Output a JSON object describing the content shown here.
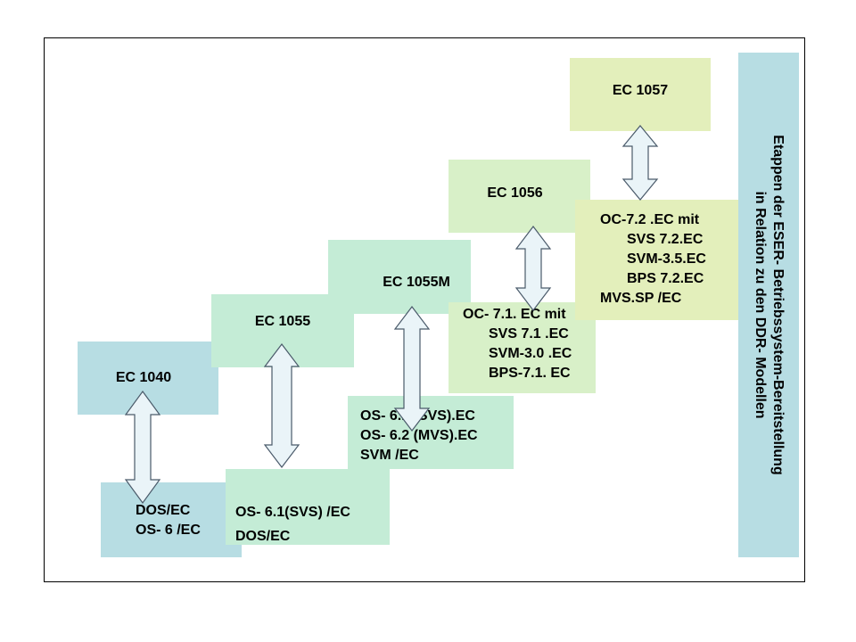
{
  "title": {
    "line1": "Etappen der ESER- Betriebssystem-Bereitstellung",
    "line2": "in Relation zu den DDR- Modellen"
  },
  "colors": {
    "teal": "#b7dde3",
    "mint": "#c4ecd6",
    "mint_light": "#d4f2e3",
    "green": "#d8f0c8",
    "lime": "#e3efbb",
    "arrow_fill": "#eaf4f8",
    "arrow_stroke": "#4a5a6a"
  },
  "stages": [
    {
      "model": "EC 1040",
      "os": [
        "DOS/EC",
        "OS- 6 /EC"
      ]
    },
    {
      "model": "EC 1055",
      "os": [
        "OS- 6.1(SVS) /EC",
        "DOS/EC"
      ]
    },
    {
      "model": "EC 1055M",
      "os": [
        "OS- 6.1 (SVS).EC",
        "OS- 6.2 (MVS).EC",
        "SVM /EC"
      ]
    },
    {
      "model": "EC 1056",
      "os": [
        "OC- 7.1. EC mit",
        "SVS 7.1 .EC",
        "SVM-3.0 .EC",
        "BPS-7.1. EC"
      ]
    },
    {
      "model": "EC 1057",
      "os": [
        "OC-7.2 .EC mit",
        "SVS 7.2.EC",
        "SVM-3.5.EC",
        "BPS 7.2.EC",
        "MVS.SP /EC"
      ]
    }
  ]
}
